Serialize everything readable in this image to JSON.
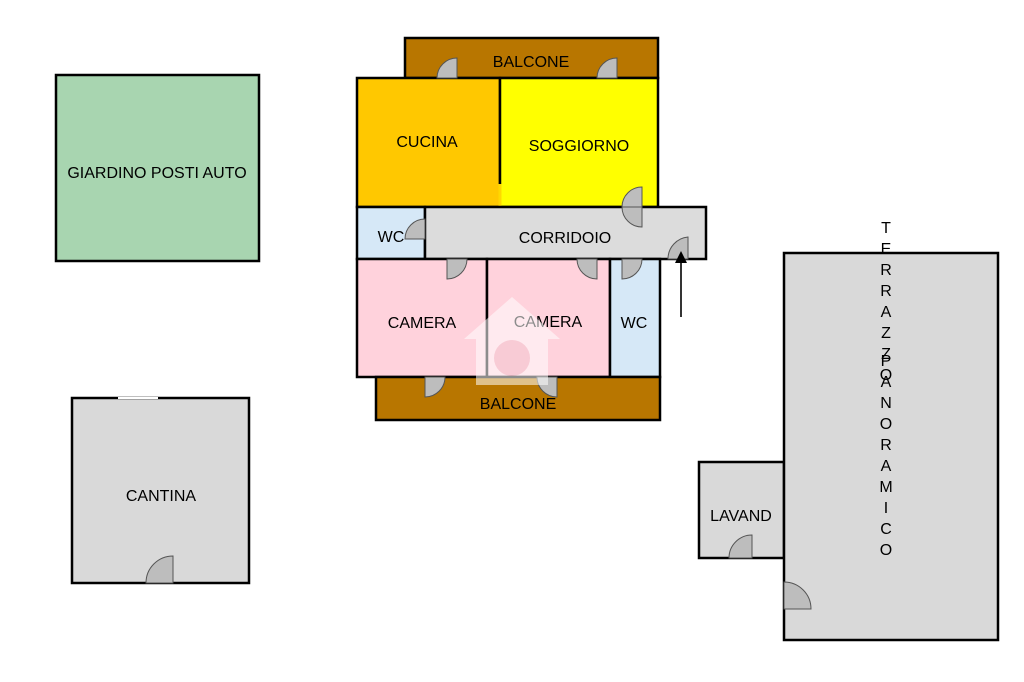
{
  "floorplan": {
    "colors": {
      "garden": "#a8d5b0",
      "kitchen": "#ffc800",
      "living": "#ffff00",
      "balcony": "#b87600",
      "corridor": "#dcdcdc",
      "wc": "#d6e8f7",
      "bedroom": "#ffd2dc",
      "cellar": "#d9d9d9",
      "terrace": "#d9d9d9",
      "laundry": "#d9d9d9"
    },
    "labels": {
      "garden": "GIARDINO POSTI AUTO",
      "balcone_top": "BALCONE",
      "cucina": "CUCINA",
      "soggiorno": "SOGGIORNO",
      "wc_left": "WC",
      "corridoio": "CORRIDOIO",
      "camera_1": "CAMERA",
      "camera_2": "CAMERA",
      "wc_right": "WC",
      "balcone_bottom": "BALCONE",
      "cantina": "CANTINA",
      "lavand": "LAVAND",
      "terrazzo": "TERRAZZO",
      "panoramico": "PANORAMICO"
    },
    "icons": [
      "entrance-arrow-icon",
      "watermark-house-icon"
    ]
  }
}
